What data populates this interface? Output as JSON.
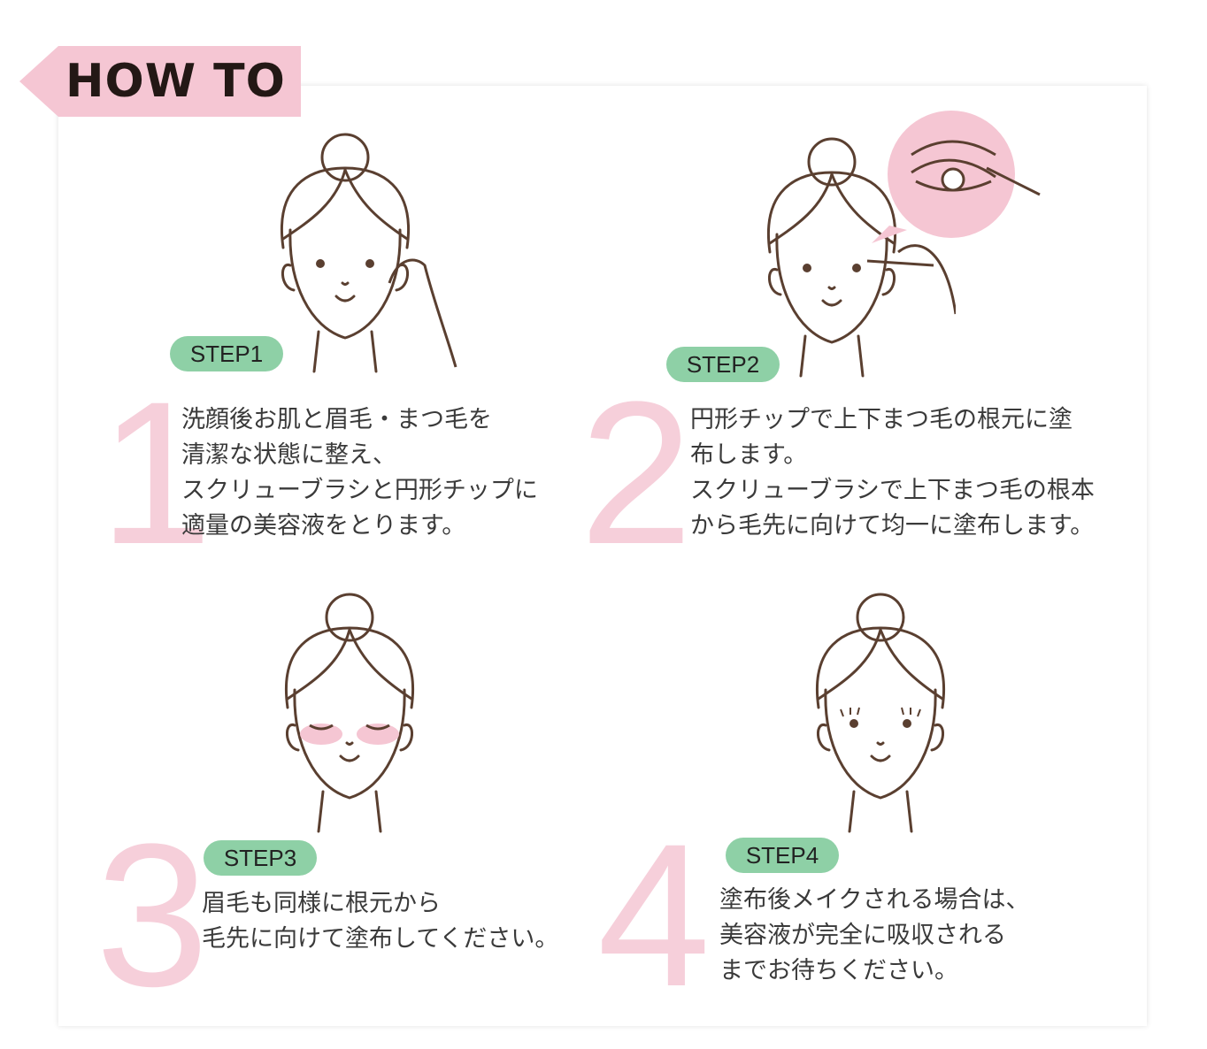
{
  "header": {
    "title": "HOW TO"
  },
  "colors": {
    "pink": "#f5c6d3",
    "green": "#8ed0a6",
    "line": "#5a3f30"
  },
  "steps": [
    {
      "badge": "STEP1",
      "number": "1",
      "text": "洗顔後お肌と眉毛・まつ毛を\n清潔な状態に整え、\nスクリューブラシと円形チップに\n適量の美容液をとります。"
    },
    {
      "badge": "STEP2",
      "number": "2",
      "text": "円形チップで上下まつ毛の根元に塗\n布します。\nスクリューブラシで上下まつ毛の根本\nから毛先に向けて均一に塗布します。"
    },
    {
      "badge": "STEP3",
      "number": "3",
      "text": "眉毛も同様に根元から\n毛先に向けて塗布してください。"
    },
    {
      "badge": "STEP4",
      "number": "4",
      "text": "塗布後メイクされる場合は、\n美容液が完全に吸収される\nまでお待ちください。"
    }
  ]
}
